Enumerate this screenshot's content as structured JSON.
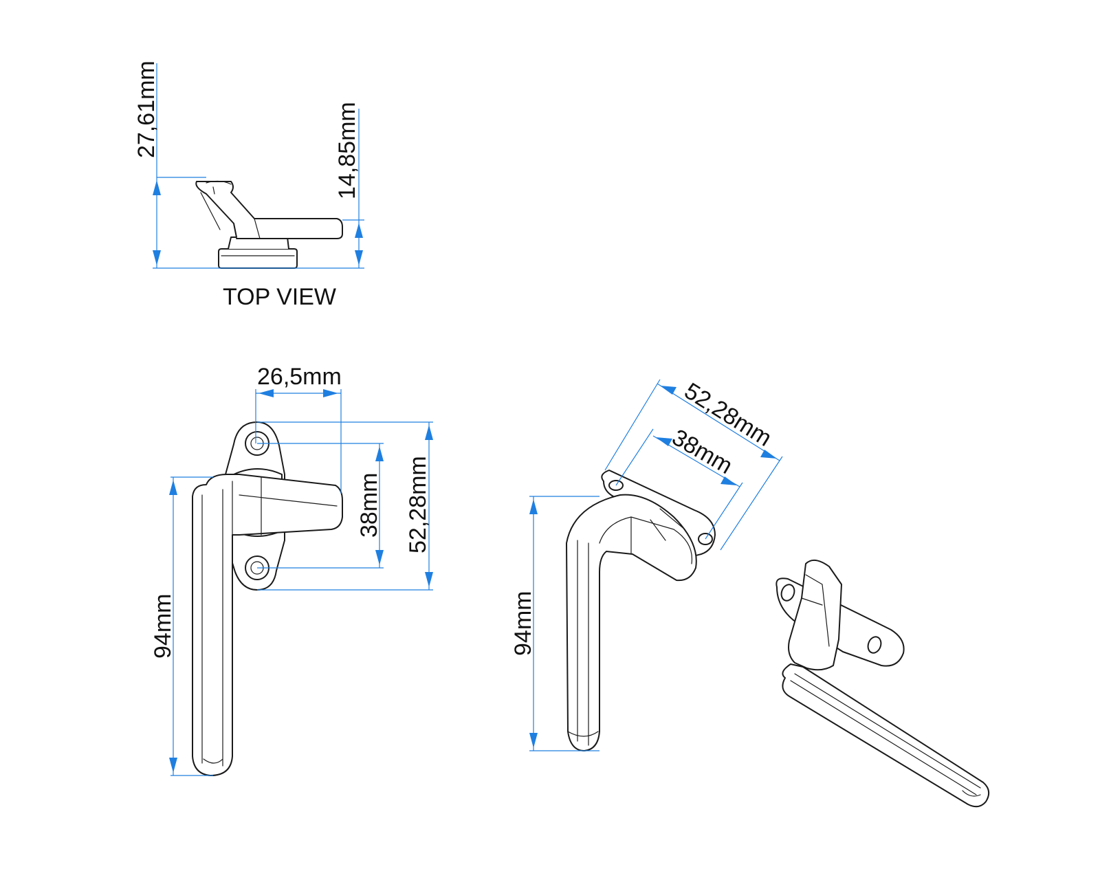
{
  "colors": {
    "dimension_line": "#1f7fe0",
    "outline": "#1a1a1a",
    "background": "#ffffff"
  },
  "top_view": {
    "caption": "TOP VIEW",
    "dim_total_height": "27,61mm",
    "dim_base_height": "14,85mm"
  },
  "front_view": {
    "dim_width": "26,5mm",
    "dim_hole_spacing": "38mm",
    "dim_plate_length": "52,28mm",
    "dim_handle_length": "94mm"
  },
  "iso_view": {
    "dim_plate_length": "52,28mm",
    "dim_hole_spacing": "38mm",
    "dim_handle_length": "94mm"
  }
}
